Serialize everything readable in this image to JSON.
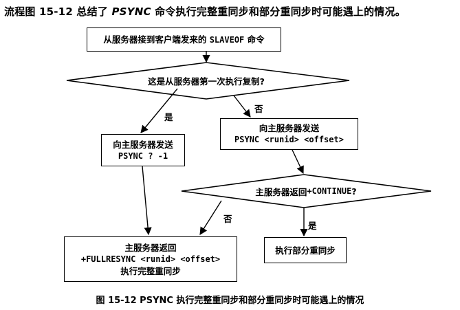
{
  "intro": {
    "prefix": "流程图 15-12 总结了 ",
    "emphasis": "PSYNC",
    "suffix": " 命令执行完整重同步和部分重同步时可能遇上的情况。"
  },
  "nodes": {
    "start": {
      "text": "从服务器接到客户端发来的 ",
      "code": "SLAVEOF",
      "tail": " 命令"
    },
    "decision1": {
      "text": "这是从服务器第一次执行复制?"
    },
    "send_full": {
      "line1": "向主服务器发送",
      "code": "PSYNC ? -1"
    },
    "send_partial": {
      "line1": "向主服务器发送",
      "code": "PSYNC <runid> <offset>"
    },
    "decision2": {
      "text": "主服务器返回 ",
      "code": "+CONTINUE",
      "tail": " ?"
    },
    "full_resync": {
      "line1": "主服务器返回",
      "code": "+FULLRESYNC <runid> <offset>",
      "line3": "执行完整重同步"
    },
    "partial_resync": {
      "text": "执行部分重同步"
    }
  },
  "edge_labels": {
    "yes1": "是",
    "no1": "否",
    "no2": "否",
    "yes2": "是"
  },
  "caption": "图 15-12   PSYNC 执行完整重同步和部分重同步时可能遇上的情况"
}
